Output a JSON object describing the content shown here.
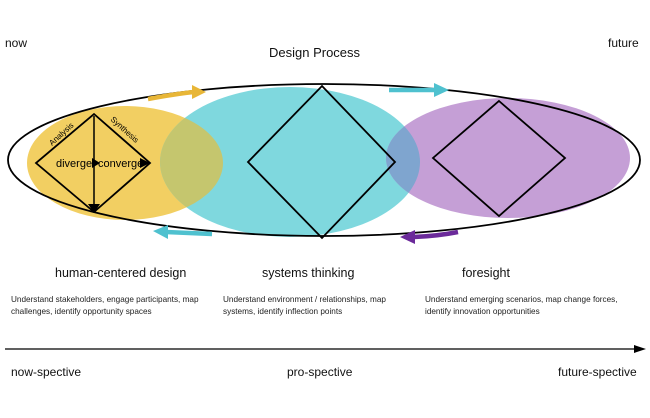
{
  "header": {
    "left_label": "now",
    "title": "Design Process",
    "right_label": "future"
  },
  "diagram": {
    "inner_labels": {
      "analysis": "Analysis",
      "synthesis": "Synthesis",
      "diverge": "diverge",
      "converge": "converge"
    },
    "colors": {
      "hcd": "#f2cf62",
      "systems": "#7fd8de",
      "foresight": "#c59fd6",
      "overlap_hs": "#c5c66e",
      "overlap_sf": "#7fa5cf",
      "arrow_yellow": "#e8b637",
      "arrow_teal": "#4fc1cf",
      "arrow_purple": "#6b2a9a"
    }
  },
  "sections": [
    {
      "title": "human-centered design",
      "description": "Understand stakeholders, engage participants, map challenges, identify opportunity spaces"
    },
    {
      "title": "systems thinking",
      "description": "Understand environment / relationships, map systems, identify inflection points"
    },
    {
      "title": "foresight",
      "description": "Understand emerging scenarios, map change forces, identify innovation opportunities"
    }
  ],
  "timeline": {
    "left": "now-spective",
    "middle": "pro-spective",
    "right": "future-spective"
  }
}
